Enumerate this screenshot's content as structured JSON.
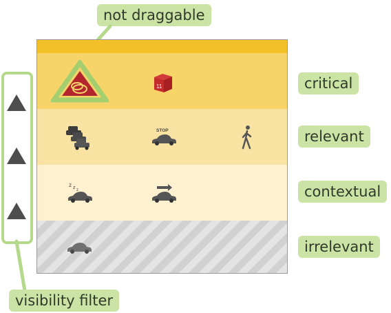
{
  "callouts": {
    "not_draggable": "not draggable",
    "visibility_filter": "visibility filter"
  },
  "levels": [
    {
      "label": "critical"
    },
    {
      "label": "relevant"
    },
    {
      "label": "contextual"
    },
    {
      "label": "irrelevant"
    }
  ],
  "icons": {
    "critical": [
      "hazard-warning-icon",
      "package-icon"
    ],
    "relevant": [
      "traffic-jam-icon",
      "stop-car-icon",
      "pedestrian-icon"
    ],
    "contextual": [
      "sleeping-car-icon",
      "speeding-car-icon"
    ],
    "irrelevant": [
      "car-icon"
    ]
  },
  "stop_sign_text": "STOP",
  "package_text": "11",
  "colors": {
    "band_top": "#f2c12a",
    "critical": "#f6d46a",
    "relevant": "#f9e3a3",
    "contextual": "#fdf1cf",
    "irrelevant_stripe": "#d1d1d1",
    "callout_bg": "#cce3a6",
    "callout_line": "#b5d98a",
    "hazard_red": "#b3262e",
    "filter_triangle": "#4d4d4d"
  }
}
